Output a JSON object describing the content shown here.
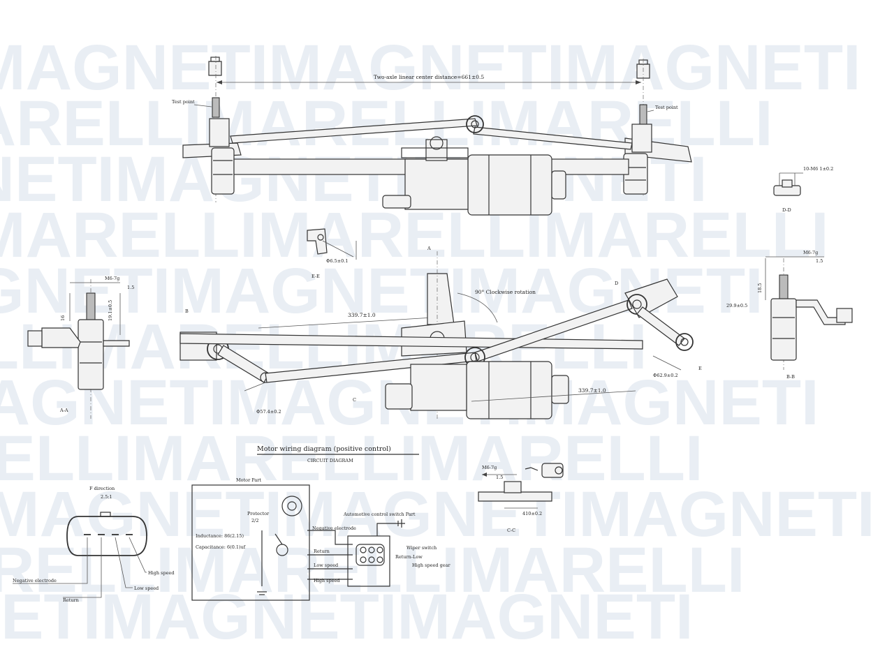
{
  "watermark": {
    "brand_words": [
      "MAGNETI",
      "MARELLI"
    ],
    "color": "#e9eef4"
  },
  "top_view": {
    "distance_label": "Two-axle linear center distance=661±0.5",
    "test_point_left": "Test point",
    "test_point_right": "Test point"
  },
  "section_dd": {
    "dim": "10-M6 1±0.2",
    "label": "D-D"
  },
  "section_ee": {
    "dim": "Φ6.5±0.1",
    "label": "E-E"
  },
  "section_aa": {
    "dim_top": "M6-7g",
    "dim_a": "1.5",
    "dim_b": "19.1±0.5",
    "dim_c": "16",
    "label": "A-A"
  },
  "section_bb": {
    "dim_top": "M6-7g",
    "dim_a": "1.5",
    "dim_b": "18.5",
    "dim_c": "29.9±0.5",
    "label": "B-B"
  },
  "section_cc": {
    "dim_top": "M6-7g",
    "dim_a": "1.5",
    "dim_b": "410±0.2",
    "label": "C-C"
  },
  "main_view": {
    "rotation_label": "90° Clockwise rotation",
    "dim_left": "339.7±1.0",
    "dim_right": "339.7±1.0",
    "dim_crank_left": "Φ57.4±0.2",
    "dim_crank_right": "Φ62.9±0.2",
    "marker_a": "A",
    "marker_b": "B",
    "marker_c": "C",
    "marker_d": "D",
    "marker_e": "E"
  },
  "connector": {
    "direction_label": "F direction",
    "scale_label": "2.5:1",
    "pin_labels": [
      "Negative electrode",
      "Return",
      "Low speed",
      "High speed"
    ]
  },
  "wiring": {
    "title": "Motor wiring diagram (positive control)",
    "subtitle": "CIRCUIT DIAGRAM",
    "motor_part": "Motor Part",
    "protector": "Protector",
    "protector_value": "2/2",
    "inductance": "Inductance: 86(2.15)",
    "capacitance": "Capacitance: 6(0.1)uf",
    "negative_electrode": "Negative electrode",
    "return": "Return",
    "low_speed": "Low speed",
    "high_speed": "High speed",
    "switch_part": "Automotive control switch Part",
    "wiper_switch": "Wiper switch",
    "return_low": "Return-Low",
    "high_speed_gear": "High speed gear"
  }
}
